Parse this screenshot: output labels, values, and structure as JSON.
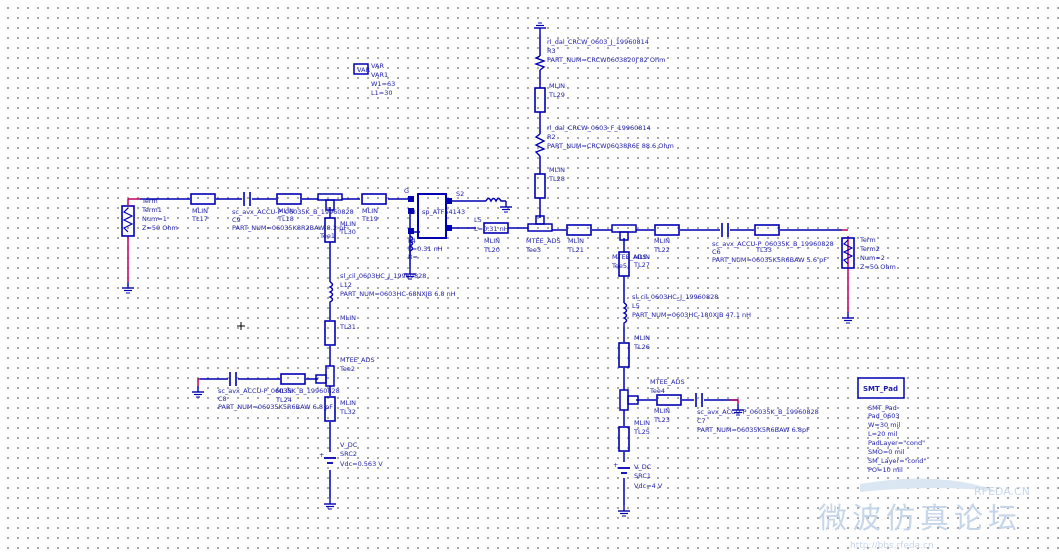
{
  "colors": {
    "component": "#0000b4",
    "wire": "#0000b4",
    "port_wire": "#c00060",
    "label": "#1c1ca8",
    "ground": "#0000b4"
  },
  "var_block": {
    "title": "VAR",
    "lines": [
      "VAR1",
      "W1=63",
      "L1=30"
    ]
  },
  "term1": {
    "title": "Term",
    "lines": [
      "Term1",
      "Num=1",
      "Z=50 Ohm"
    ]
  },
  "term2": {
    "title": "Term",
    "lines": [
      "Term2",
      "Num=2",
      "Z=50 Ohm"
    ]
  },
  "mlin_labels": {
    "tl17": "TL17",
    "tl18": "TL18",
    "tl19": "TL19",
    "tl20": "TL20",
    "tl21": "TL21",
    "tl22": "TL22",
    "tl23": "TL23",
    "tl24": "TL24",
    "tl25": "TL25",
    "tl26": "TL26",
    "tl27": "TL27",
    "tl28": "TL28",
    "tl29": "TL29",
    "tl30": "TL30",
    "tl31": "TL31",
    "tl32": "TL32",
    "tl33": "TL33",
    "mlin": "MLIN"
  },
  "cap_c9": {
    "lib": "sc_avx_ACCU-P_06035K_B_19960828",
    "name": "C9",
    "part": "PART_NUM=06035K8R2BAW 8.2 pF"
  },
  "cap_c6": {
    "lib": "sc_avx_ACCU-P_06035K_B_19960828",
    "name": "C6",
    "part": "PART_NUM=06035K5R6BAW 5.6 pF"
  },
  "cap_c8": {
    "lib": "sc_avx_ACCU-P_06035K_B_19960828",
    "name": "C8",
    "part": "PART_NUM=06035K5R6BAW 6.8 pF"
  },
  "cap_c7": {
    "lib": "sc_avx_ACCU-P_06035K_B_19960828",
    "name": "C7",
    "part": "PART_NUM=06035K5R6BAW 6.8pF"
  },
  "res_r3": {
    "lib": "rl_dal_CRCW_0603_J_19960814",
    "name": "R3",
    "part": "PART_NUM=CRCW0603820J 82 Ohm"
  },
  "res_r2": {
    "lib": "rl_dal_CRCW_0603_F_19960814",
    "name": "R2",
    "part": "PART_NUM=CRCW06038R6F 88.6 Ohm"
  },
  "ind_l12": {
    "lib": "sl_cil_0603HC_J_19960828",
    "name": "L12",
    "part": "PART_NUM=0603HC-68NXJB 6.8 nH"
  },
  "ind_l5": {
    "lib": "sl_cil_0603HC_J_19960828",
    "name": "L5",
    "part": "PART_NUM=0603HC-180XJB 47.1 nH"
  },
  "ind_l4": {
    "name": "L4",
    "value": "L=0.31 nH",
    "r": "R="
  },
  "ind_l5b": {
    "name": "L5",
    "value": "L=0.31 nH"
  },
  "fet": {
    "lib": "sp_ATF54143",
    "name": "L8",
    "g": "G",
    "s1": "S1",
    "s2": "S2",
    "d": "D"
  },
  "tees": {
    "mtee": "MTEE_ADS",
    "tee1": "Tee1",
    "tee2": "Tee2",
    "tee3": "Tee3",
    "tee4": "Tee4",
    "tee5": "Tee5"
  },
  "src2": {
    "title": "V_DC",
    "name": "SRC2",
    "value": "Vdc=0.563 V"
  },
  "src1": {
    "title": "V_DC",
    "name": "SRC1",
    "value": "Vdc=4 V"
  },
  "pad": {
    "button": "SMT_Pad",
    "lines": [
      "SMT_Pad",
      "Pad_0603",
      "W=30 mil",
      "L=20 mil",
      "PadLayer=\"cond\"",
      "SMO=0 mil",
      "SM_Layer=\"cond\"",
      "PO=10 mil"
    ]
  },
  "watermark": {
    "logo": "RFEDA.CN",
    "cn": "微波仿真论坛",
    "url": "http://bbs.rfeda.cn"
  }
}
